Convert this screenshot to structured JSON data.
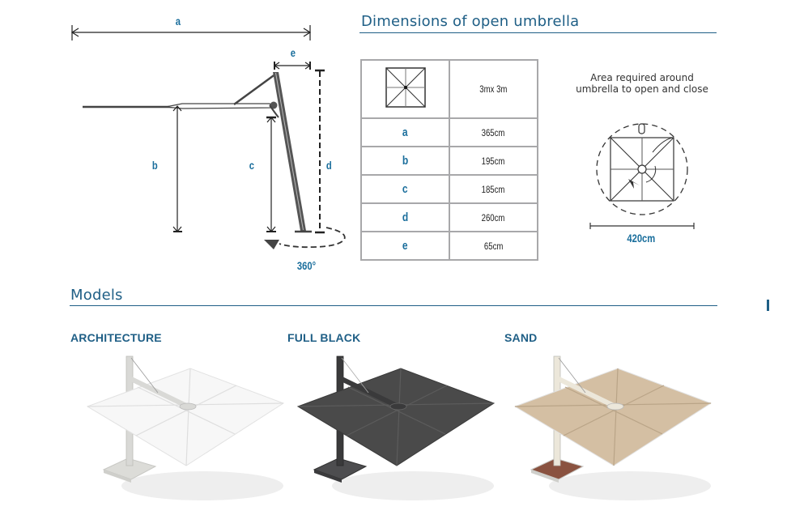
{
  "side_diagram": {
    "labels": {
      "a": "a",
      "b": "b",
      "c": "c",
      "d": "d",
      "e": "e"
    },
    "rotation_label": "360°"
  },
  "dimensions_section": {
    "title": "Dimensions of open umbrella",
    "icon": "umbrella-top-view-icon",
    "size_label": "3mx 3m",
    "rows": [
      {
        "key": "a",
        "value": "365cm"
      },
      {
        "key": "b",
        "value": "195cm"
      },
      {
        "key": "c",
        "value": "185cm"
      },
      {
        "key": "d",
        "value": "260cm"
      },
      {
        "key": "e",
        "value": "65cm"
      }
    ],
    "area_caption_line1": "Area required around",
    "area_caption_line2": "umbrella to open and close",
    "area_diameter": "420cm"
  },
  "models_section": {
    "title": "Models",
    "models": [
      {
        "name": "ARCHITECTURE",
        "canopy_color": "#f7f7f7",
        "frame_color": "#d9d9d6",
        "base_color": "#dcdcd8"
      },
      {
        "name": "FULL BLACK",
        "canopy_color": "#4a4a4a",
        "frame_color": "#3a3a3b",
        "base_color": "#4d4d4f"
      },
      {
        "name": "SAND",
        "canopy_color": "#d4bfa3",
        "frame_color": "#ece7da",
        "base_color": "#8a5240"
      }
    ]
  },
  "colors": {
    "accent": "#1f5f86",
    "label_blue": "#1a6e9c",
    "table_border": "#a8a8aa"
  }
}
